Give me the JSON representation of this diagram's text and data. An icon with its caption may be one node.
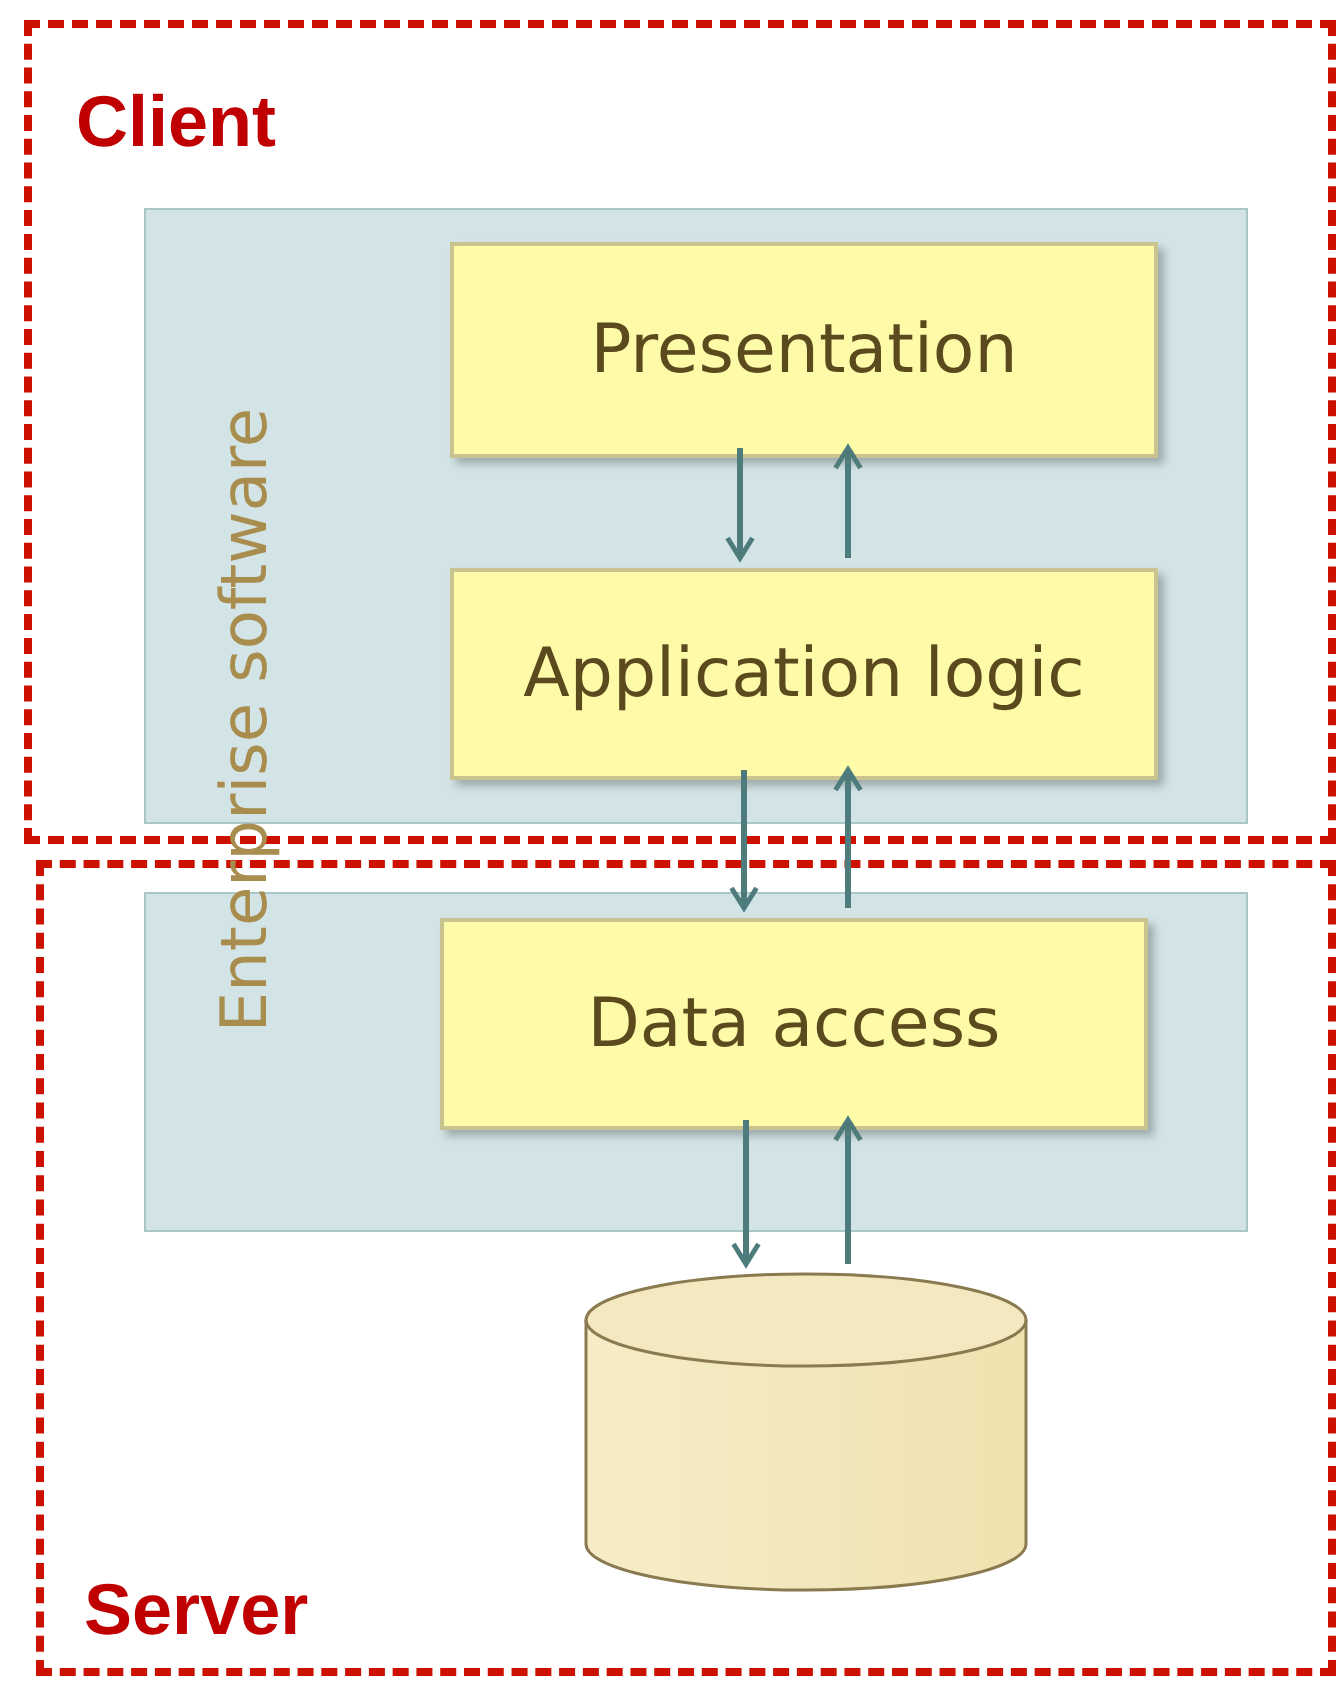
{
  "diagram": {
    "nodes": [
      {
        "text": [
          "Client"
        ]
      },
      {
        "text": [],
        "shape": "box",
        "in": 0
      },
      {
        "text": [
          "Presentation"
        ],
        "in": 1
      },
      {
        "text": [
          "Application logic"
        ],
        "in": 1
      },
      {
        "text": [
          "Server"
        ]
      },
      {
        "text": [],
        "shape": "box",
        "in": 4
      },
      {
        "text": [
          "Data access"
        ],
        "in": 5
      },
      {
        "text": [],
        "shape": "cylinder",
        "in": 4
      }
    ],
    "edges": [
      {
        "from": 2,
        "to": 3,
        "arrow": "to"
      },
      {
        "from": 3,
        "to": 2,
        "arrow": "to"
      },
      {
        "from": 3,
        "to": 6,
        "arrow": "to"
      },
      {
        "from": 6,
        "to": 3,
        "arrow": "to"
      },
      {
        "from": 6,
        "to": 7,
        "arrow": "to"
      },
      {
        "from": 7,
        "to": 6,
        "arrow": "to"
      }
    ],
    "labels": [
      "Enterprise software"
    ]
  }
}
